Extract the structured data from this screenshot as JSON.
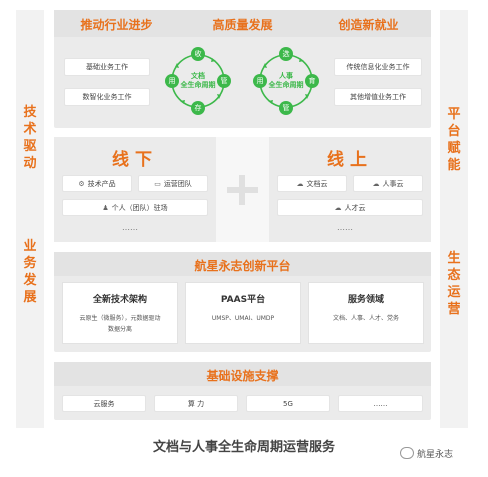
{
  "top": {
    "headers": [
      "推动行业进步",
      "高质量发展",
      "创造新就业"
    ],
    "left_items": [
      "基础业务工作",
      "数智化业务工作"
    ],
    "right_items": [
      "传统信息化业务工作",
      "其他增值业务工作"
    ],
    "cycle_left": {
      "center": "文档\n全生命周期",
      "nodes": [
        "收",
        "管",
        "存",
        "用"
      ]
    },
    "cycle_right": {
      "center": "人事\n全生命周期",
      "nodes": [
        "选",
        "育",
        "管",
        "用"
      ]
    }
  },
  "side_left": {
    "top": "技术驱动",
    "bottom": "业务发展"
  },
  "side_right": {
    "top": "平台赋能",
    "bottom": "生态运营"
  },
  "offline": {
    "title": "线下",
    "items": [
      "技术产品",
      "运营团队",
      "个人（团队）驻场"
    ],
    "more": "……"
  },
  "online": {
    "title": "线上",
    "items": [
      "文档云",
      "人事云",
      "人才云"
    ],
    "more": "……"
  },
  "platform": {
    "title": "航星永志创新平台",
    "cards": [
      {
        "title": "全新技术架构",
        "desc": "云原生（微服务），元数据驱动\n数据分离"
      },
      {
        "title": "PAAS平台",
        "desc": "UMSP、UMAI、UMDP"
      },
      {
        "title": "服务领域",
        "desc": "文档、人事、人才、党务"
      }
    ]
  },
  "infra": {
    "title": "基础设施支撑",
    "items": [
      "云服务",
      "算  力",
      "5G",
      "……"
    ]
  },
  "footer": {
    "caption": "文档与人事全生命周期运营服务",
    "brand": "航星永志"
  },
  "colors": {
    "accent": "#e8711c",
    "cycle": "#3cb84a",
    "panel": "#ebebeb"
  }
}
